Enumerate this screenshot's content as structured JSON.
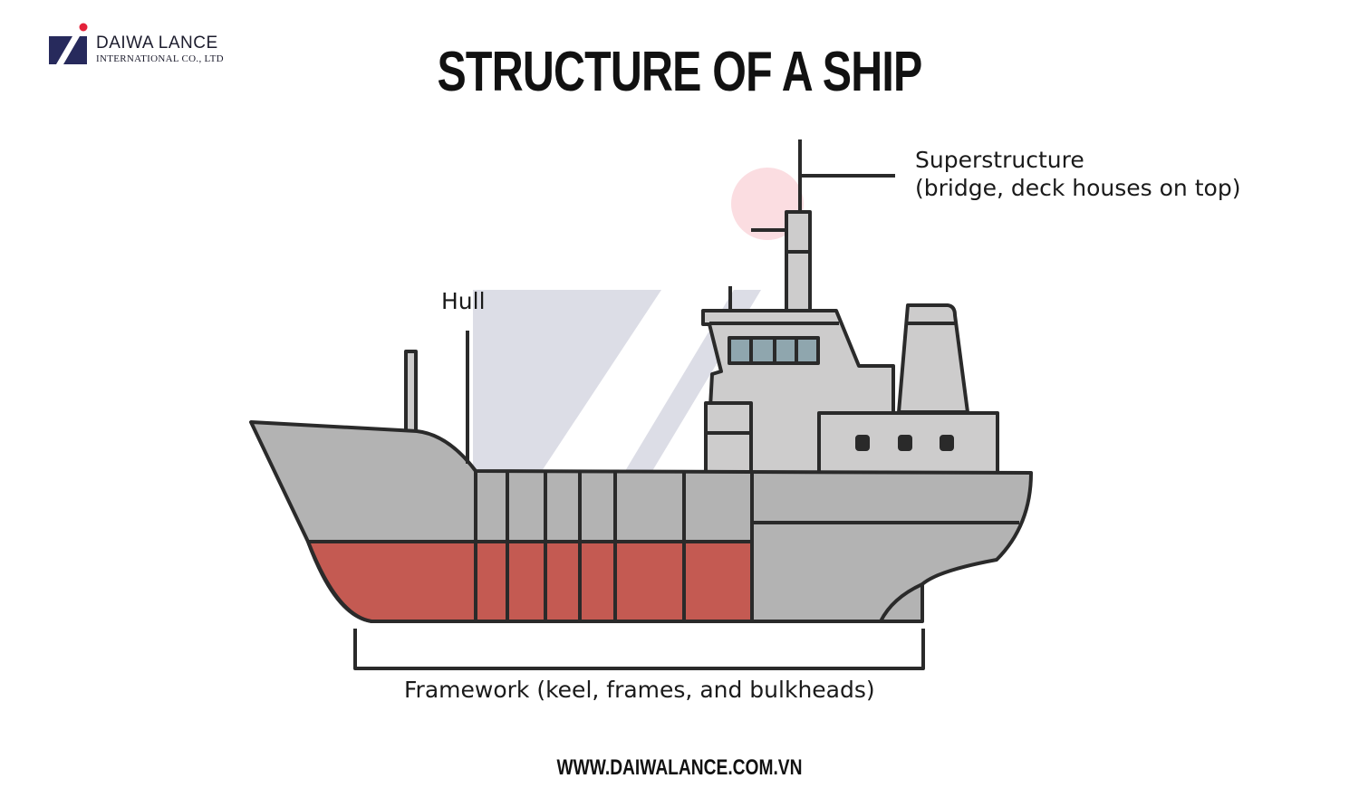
{
  "logo": {
    "name": "DAIWA LANCE",
    "sub": "INTERNATIONAL CO., LTD"
  },
  "title": "STRUCTURE OF A SHIP",
  "labels": {
    "superstructure_1": "Superstructure",
    "superstructure_2": "(bridge, deck houses on top)",
    "hull": "Hull",
    "framework": "Framework (keel, frames, and bulkheads)"
  },
  "footer": "WWW.DAIWALANCE.COM.VN",
  "colors": {
    "hull": "#b3b3b3",
    "lower": "#c45a52",
    "super": "#cdcccc",
    "outline": "#2a2a2a",
    "window": "#8fa6ae",
    "watermark": "#dcdde6",
    "sun": "#fbdde1"
  }
}
